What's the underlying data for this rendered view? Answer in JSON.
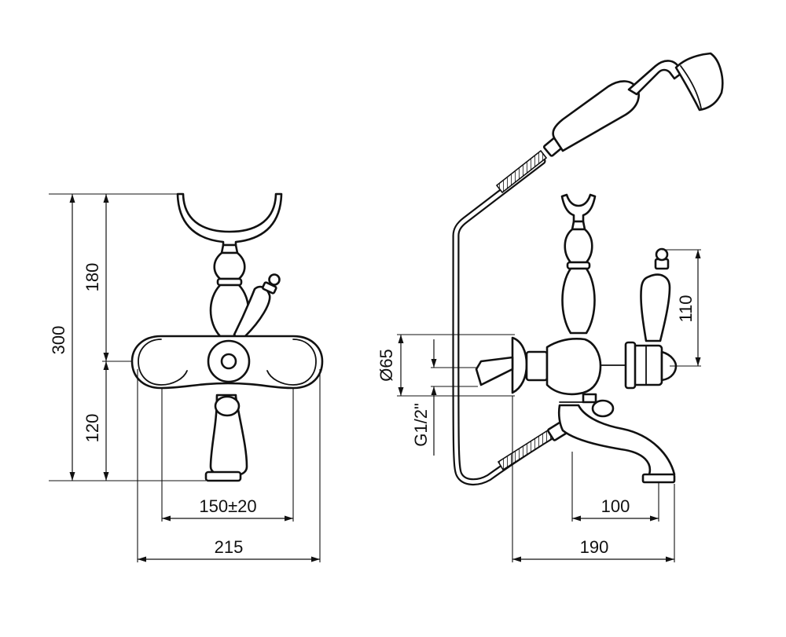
{
  "dimensions": {
    "front_total_height": "300",
    "front_upper_height": "180",
    "front_lower_height": "120",
    "front_center_distance": "150±20",
    "front_overall_width": "215",
    "side_flange_diameter": "Ø65",
    "side_thread": "G1/2\"",
    "side_handle_height": "110",
    "side_spout_reach": "100",
    "side_overall_depth": "190"
  },
  "colors": {
    "line": "#111111",
    "background": "#ffffff"
  }
}
